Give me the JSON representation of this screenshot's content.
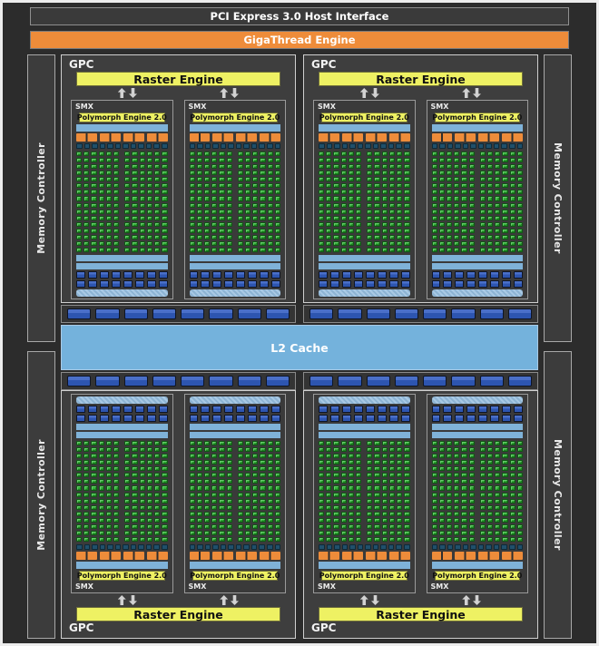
{
  "labels": {
    "pci": "PCI Express 3.0 Host Interface",
    "gigathread": "GigaThread Engine",
    "l2": "L2 Cache",
    "memory_controller": "Memory Controller",
    "gpc": "GPC",
    "raster": "Raster Engine",
    "smx": "SMX",
    "polymorph": "Polymorph Engine 2.0"
  },
  "structure": {
    "gpc_count": 4,
    "gpc_rows": 2,
    "gpcs_per_row": 2,
    "smx_per_gpc": 2,
    "memory_controllers": 4,
    "core_grid": {
      "columns": 12,
      "rows": 16,
      "split_after_column": 6,
      "cores_per_smx": 192
    },
    "scheduler_segments": 4,
    "register_segments": 12,
    "bottom_segment_rows": 2,
    "bottom_segments_per_row": 8,
    "l2_segment_strips": 2,
    "l2_segment_groups_per_strip": 2,
    "l2_segments_per_group": 8
  },
  "colors": {
    "background": "#2c2c2c",
    "frame": "#ededed",
    "panel": "#3e3e3e",
    "panel_border": "#cfcfcf",
    "orange": "#ee8c3a",
    "yellow": "#eef163",
    "light_blue": "#7fb2d8",
    "hatch_blue": "#a9c9e4",
    "royal_blue": "#2d55b0",
    "dark_teal": "#20506b",
    "core_green": "#2eb434",
    "l2_blue": "#74b2dc"
  }
}
